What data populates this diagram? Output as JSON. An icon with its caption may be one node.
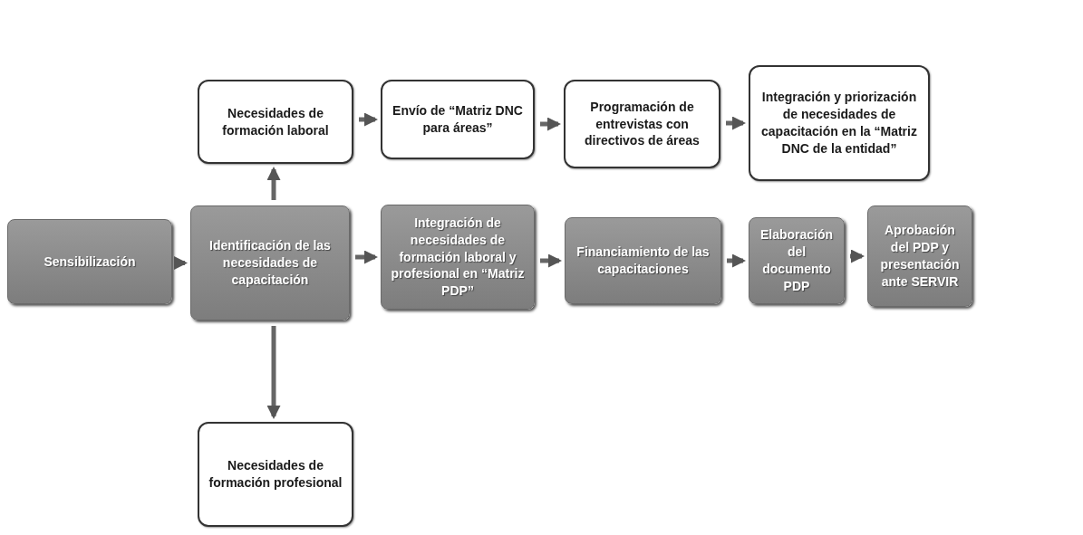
{
  "diagram": {
    "nodes": [
      {
        "text": [
          "Sensibilización"
        ]
      },
      {
        "text": [
          "Identificación de las necesidades de capacitación"
        ]
      },
      {
        "text": [
          "Necesidades de formación laboral"
        ]
      },
      {
        "text": [
          "Envío de “Matriz DNC para áreas”"
        ]
      },
      {
        "text": [
          "Programación de entrevistas con directivos de áreas"
        ]
      },
      {
        "text": [
          "Integración y priorización de necesidades de capacitación en la “Matriz DNC de la entidad”"
        ]
      },
      {
        "text": [
          "Integración de necesidades de formación laboral y profesional en “Matriz PDP”"
        ]
      },
      {
        "text": [
          "Financiamiento de las capacitaciones"
        ]
      },
      {
        "text": [
          "Elaboración del documento PDP"
        ]
      },
      {
        "text": [
          "Aprobación del PDP y presentación ante SERVIR"
        ]
      },
      {
        "text": [
          "Necesidades de formación profesional"
        ]
      }
    ],
    "edges": [
      {
        "from": 0,
        "to": 1,
        "arrow": "to"
      },
      {
        "from": 1,
        "to": 2,
        "arrow": "to"
      },
      {
        "from": 1,
        "to": 10,
        "arrow": "to"
      },
      {
        "from": 2,
        "to": 3,
        "arrow": "to"
      },
      {
        "from": 3,
        "to": 4,
        "arrow": "to"
      },
      {
        "from": 4,
        "to": 5,
        "arrow": "to"
      },
      {
        "from": 1,
        "to": 6,
        "arrow": "to"
      },
      {
        "from": 6,
        "to": 7,
        "arrow": "to"
      },
      {
        "from": 7,
        "to": 8,
        "arrow": "to"
      },
      {
        "from": 8,
        "to": 9,
        "arrow": "to"
      }
    ]
  }
}
